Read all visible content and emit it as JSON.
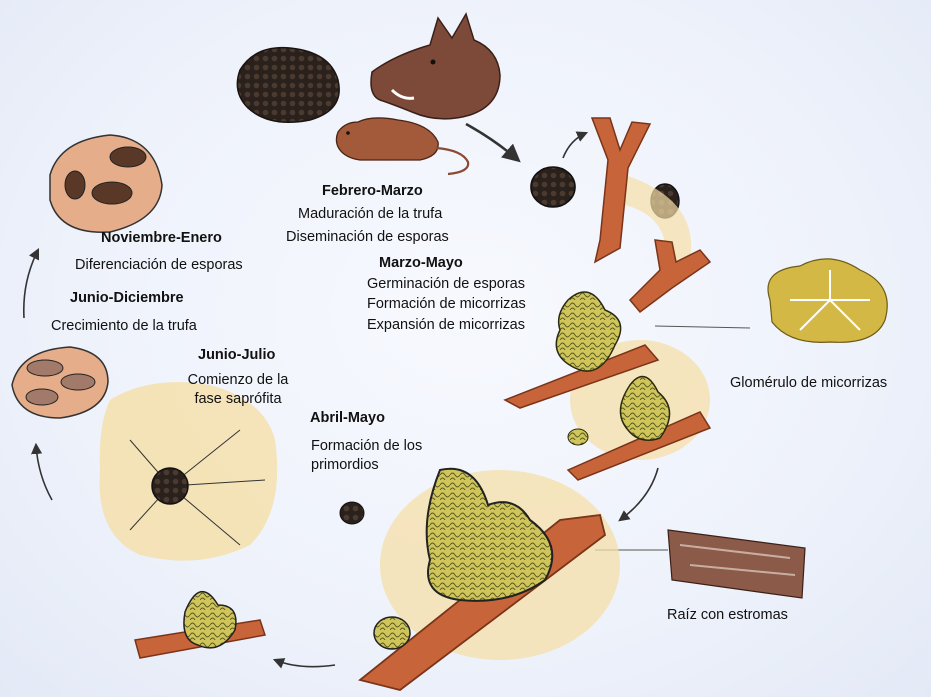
{
  "stages": {
    "feb_mar": {
      "title": "Febrero-Marzo",
      "line1": "Maduración de la trufa",
      "line2": "Diseminación de esporas"
    },
    "mar_may": {
      "title": "Marzo-Mayo",
      "line1": "Germinación de esporas",
      "line2": "Formación de micorrizas",
      "line3": "Expansión de micorrizas"
    },
    "abr_may": {
      "title": "Abril-Mayo",
      "line1": "Formación de los",
      "line2": "primordios"
    },
    "jun_jul": {
      "title": "Junio-Julio",
      "line1": "Comienzo de la",
      "line2": "fase saprófita"
    },
    "jun_dic": {
      "title": "Junio-Diciembre",
      "line1": "Crecimiento de la trufa"
    },
    "nov_ene": {
      "title": "Noviembre-Enero",
      "line1": "Diferenciación de esporas"
    }
  },
  "callouts": {
    "glomerulo": "Glomérulo de micorrizas",
    "raiz": "Raíz con estromas"
  },
  "colors": {
    "root": "#c8643a",
    "root_dark": "#7a3418",
    "mycorrhiza": "#c9c25a",
    "mycelium_zone": "#f6dfa8",
    "truffle": "#2e2420",
    "ascocarp_flesh": "#e6ad8a",
    "arrow": "#333333"
  },
  "icons": [
    "truffle-icon",
    "boar-icon",
    "mouse-icon",
    "spore-icon",
    "ascocarp-section-icon",
    "mycorrhiza-icon",
    "root-icon"
  ]
}
